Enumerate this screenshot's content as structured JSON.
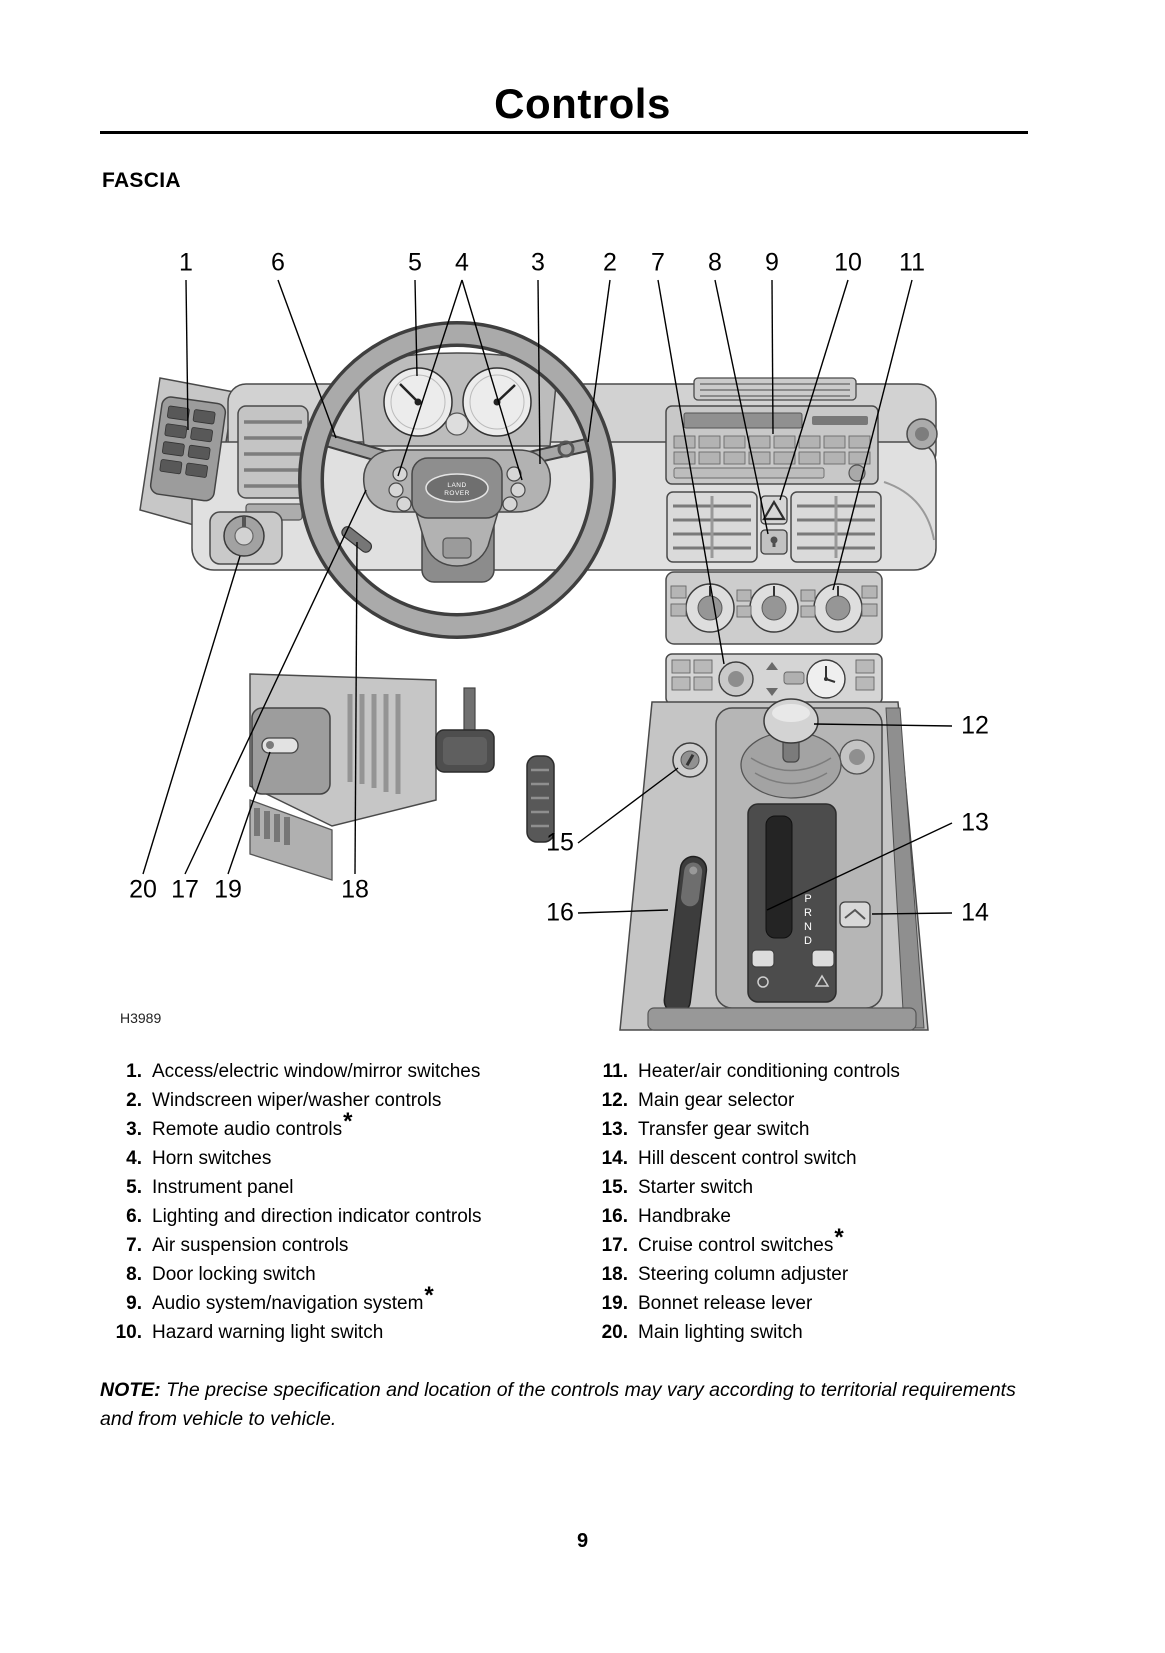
{
  "page": {
    "title": "Controls",
    "section_heading": "FASCIA",
    "figure_code": "H3989",
    "page_number": "9"
  },
  "note": {
    "label": "NOTE:",
    "text": "The precise specification and location of the controls may vary according to territorial requirements and from vehicle to vehicle."
  },
  "callouts": {
    "c1": "1",
    "c2": "2",
    "c3": "3",
    "c4": "4",
    "c5": "5",
    "c6": "6",
    "c7": "7",
    "c8": "8",
    "c9": "9",
    "c10": "10",
    "c11": "11",
    "c12": "12",
    "c13": "13",
    "c14": "14",
    "c15": "15",
    "c16": "16",
    "c17": "17",
    "c18": "18",
    "c19": "19",
    "c20": "20"
  },
  "diagram": {
    "gear": [
      "P",
      "R",
      "N",
      "D"
    ],
    "badge": [
      "LAND",
      "ROVER"
    ]
  },
  "legend": {
    "left": [
      {
        "num": "1.",
        "text": "Access/electric window/mirror switches",
        "star": ""
      },
      {
        "num": "2.",
        "text": "Windscreen wiper/washer controls",
        "star": ""
      },
      {
        "num": "3.",
        "text": "Remote audio controls",
        "star": "*"
      },
      {
        "num": "4.",
        "text": "Horn switches",
        "star": ""
      },
      {
        "num": "5.",
        "text": "Instrument panel",
        "star": ""
      },
      {
        "num": "6.",
        "text": "Lighting and direction indicator controls",
        "star": ""
      },
      {
        "num": "7.",
        "text": "Air suspension controls",
        "star": ""
      },
      {
        "num": "8.",
        "text": "Door locking switch",
        "star": ""
      },
      {
        "num": "9.",
        "text": "Audio system/navigation system",
        "star": "*"
      },
      {
        "num": "10.",
        "text": "Hazard warning light switch",
        "star": ""
      }
    ],
    "right": [
      {
        "num": "11.",
        "text": "Heater/air conditioning controls",
        "star": ""
      },
      {
        "num": "12.",
        "text": "Main gear selector",
        "star": ""
      },
      {
        "num": "13.",
        "text": "Transfer gear switch",
        "star": ""
      },
      {
        "num": "14.",
        "text": "Hill descent control switch",
        "star": ""
      },
      {
        "num": "15.",
        "text": "Starter switch",
        "star": ""
      },
      {
        "num": "16.",
        "text": "Handbrake",
        "star": ""
      },
      {
        "num": "17.",
        "text": "Cruise control switches",
        "star": "*"
      },
      {
        "num": "18.",
        "text": "Steering column adjuster",
        "star": ""
      },
      {
        "num": "19.",
        "text": "Bonnet release lever",
        "star": ""
      },
      {
        "num": "20.",
        "text": "Main lighting switch",
        "star": ""
      }
    ]
  }
}
